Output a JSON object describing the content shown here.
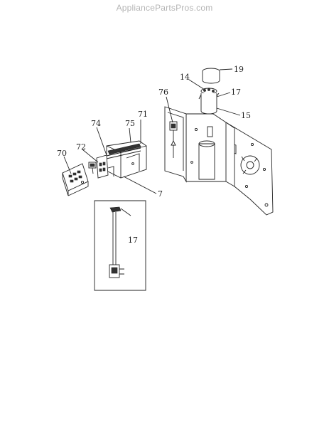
{
  "watermark": "AppliancePartsPros.com",
  "callouts": {
    "c19": "19",
    "c14": "14",
    "c17a": "17",
    "c15": "15",
    "c76": "76",
    "c74": "74",
    "c75": "75",
    "c71": "71",
    "c72": "72",
    "c70": "70",
    "c7": "7",
    "c17b": "17"
  },
  "colors": {
    "line": "#222222",
    "watermark": "#b5b5b5"
  }
}
